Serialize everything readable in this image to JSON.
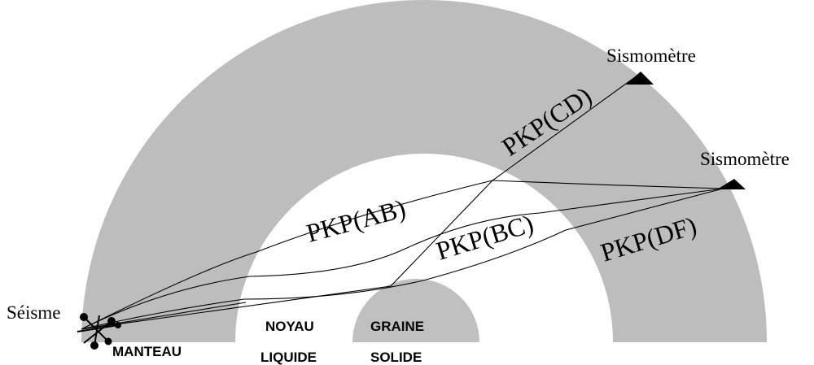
{
  "labels": {
    "seismometer_top": "Sismomètre",
    "seismometer_right": "Sismomètre",
    "earthquake": "Séisme",
    "mantle": "MANTEAU",
    "outer_core_line1": "NOYAU",
    "outer_core_line2": "LIQUIDE",
    "inner_core_line1": "GRAINE",
    "inner_core_line2": "SOLIDE"
  },
  "phases": {
    "ab": "PKP(AB)",
    "bc": "PKP(BC)",
    "cd": "PKP(CD)",
    "df": "PKP(DF)"
  },
  "colors": {
    "mantle": "#bdbdbd",
    "outer_core": "#ffffff",
    "inner_core": "#c0c0c0",
    "ray": "#000000"
  }
}
